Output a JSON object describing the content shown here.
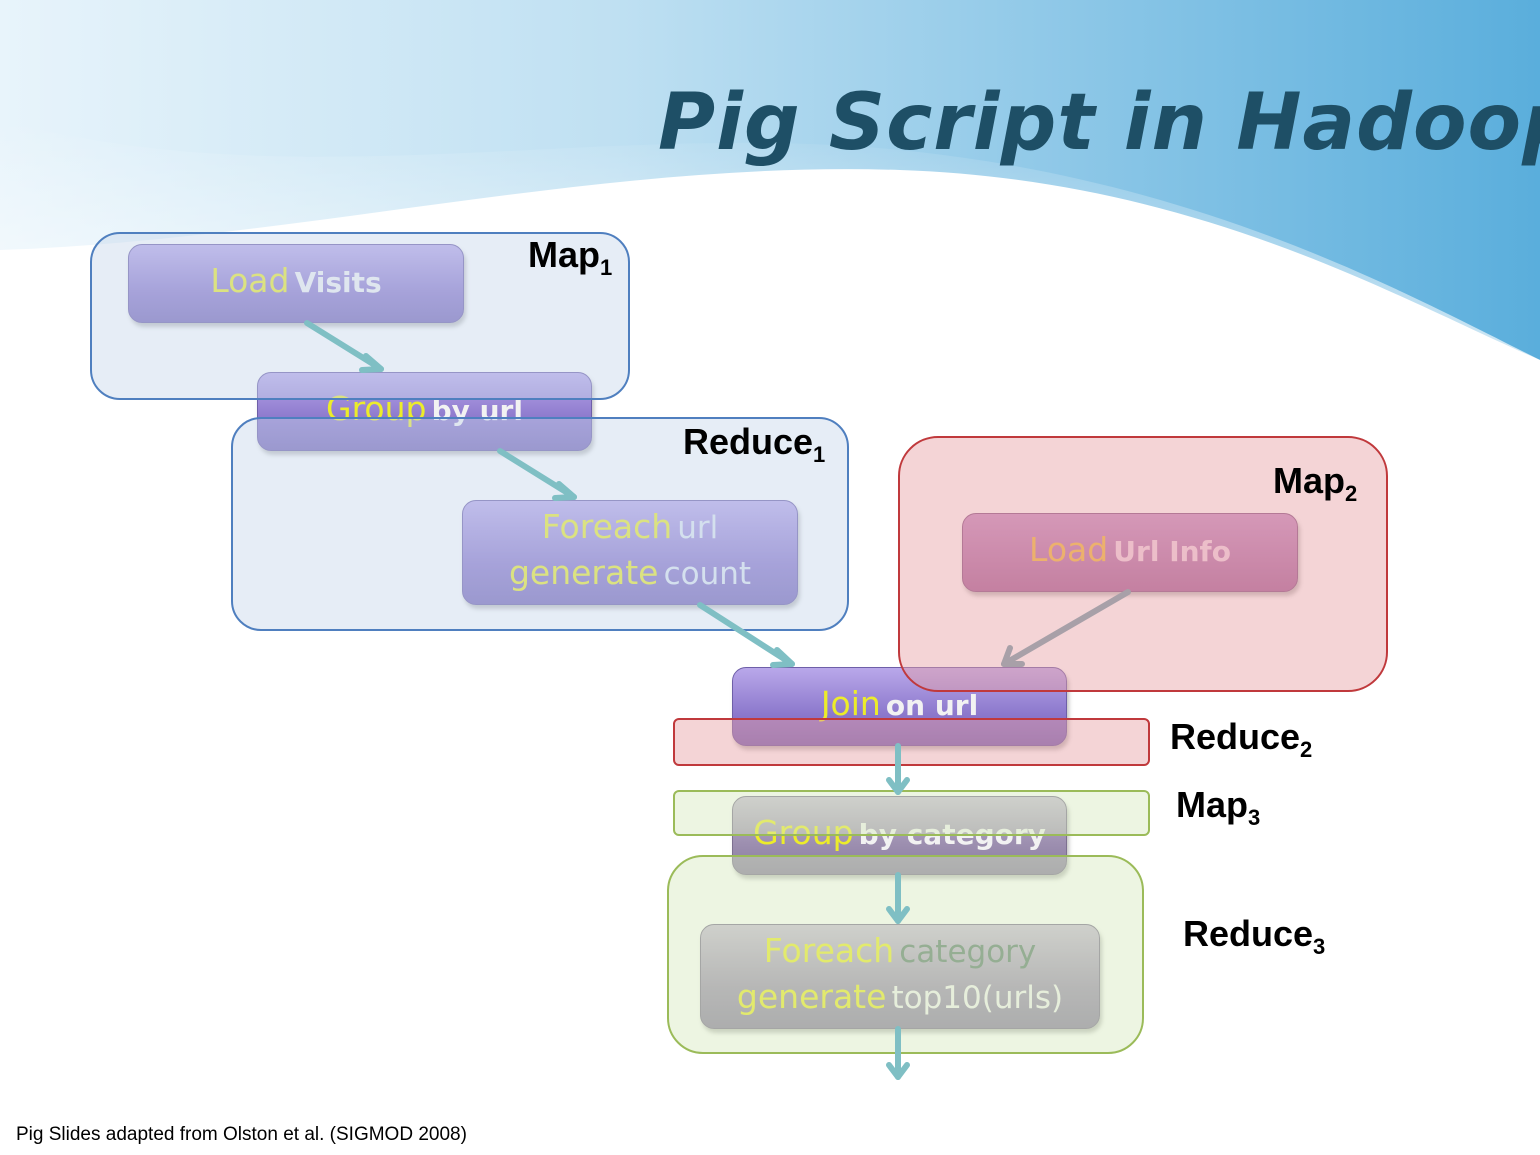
{
  "title": "Pig Script in Hadoop",
  "operators": {
    "load_visits": {
      "keyword": "Load",
      "arg": "Visits"
    },
    "group_url": {
      "keyword": "Group",
      "arg": "by url"
    },
    "foreach_url": {
      "keyword1": "Foreach",
      "arg1": "url",
      "keyword2": "generate",
      "arg2": "count"
    },
    "load_urlinfo": {
      "keyword": "Load",
      "arg": "Url Info"
    },
    "join": {
      "keyword": "Join",
      "arg": "on url"
    },
    "group_category": {
      "keyword": "Group",
      "arg": "by category"
    },
    "foreach_category": {
      "keyword1": "Foreach",
      "arg1": "category",
      "keyword2": "generate",
      "arg2": "top10(urls)"
    }
  },
  "stages": {
    "map1": {
      "name": "Map",
      "sub": "1"
    },
    "reduce1": {
      "name": "Reduce",
      "sub": "1"
    },
    "map2": {
      "name": "Map",
      "sub": "2"
    },
    "reduce2": {
      "name": "Reduce",
      "sub": "2"
    },
    "map3": {
      "name": "Map",
      "sub": "3"
    },
    "reduce3": {
      "name": "Reduce",
      "sub": "3"
    }
  },
  "footnote": "Pig Slides adapted from Olston et al. (SIGMOD 2008)"
}
